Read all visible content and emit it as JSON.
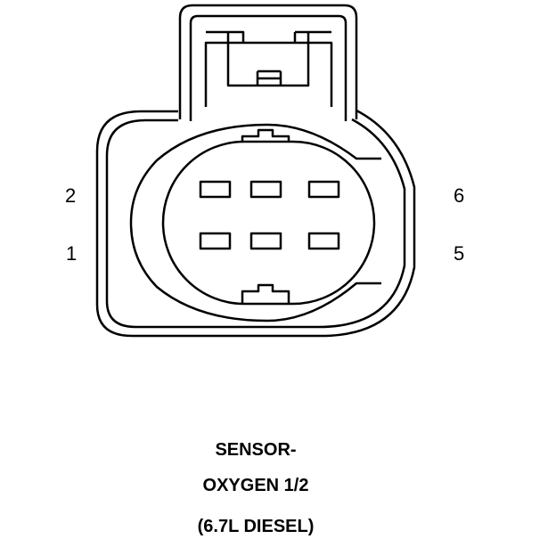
{
  "connector": {
    "pin_labels": {
      "top_left": "2",
      "bottom_left": "1",
      "top_right": "6",
      "bottom_right": "5"
    },
    "cavity_rows": 2,
    "cavity_columns": 3
  },
  "caption": {
    "line1": "SENSOR-",
    "line2": "OXYGEN 1/2",
    "line3": "(6.7L DIESEL)"
  },
  "colors": {
    "stroke": "#000000",
    "background": "#ffffff"
  }
}
